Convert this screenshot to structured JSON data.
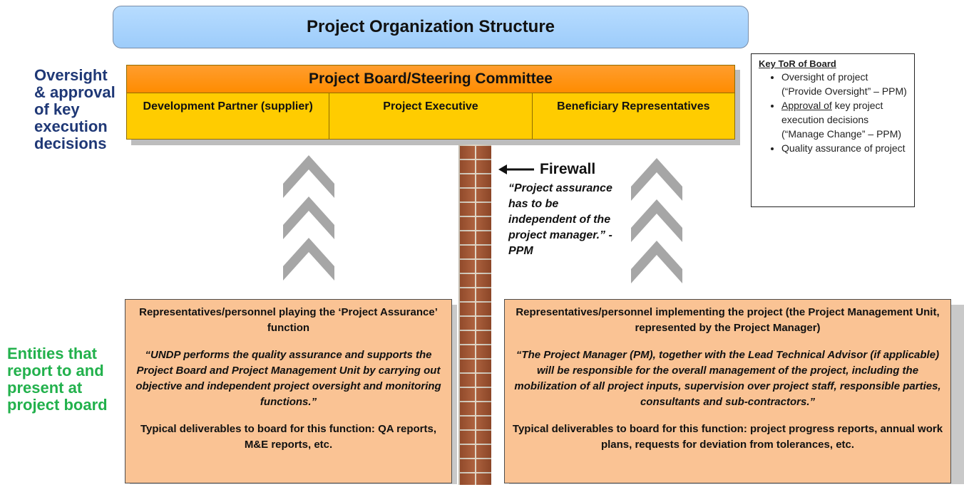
{
  "title": "Project Organization Structure",
  "left_labels": {
    "oversight": "Oversight\n& approval\nof key\nexecution\ndecisions",
    "entities": "Entities that\nreport to and\npresent at\nproject board"
  },
  "board": {
    "title": "Project Board/Steering Committee",
    "cells": [
      "Development Partner (supplier)",
      "Project Executive",
      "Beneficiary Representatives"
    ]
  },
  "key_tor": {
    "title": "Key ToR of Board",
    "items": [
      "Oversight of project (“Provide Oversight” – PPM)",
      "key project execution decisions (“Manage Change” – PPM)",
      "Quality assurance of project"
    ],
    "item2_underlined_prefix": "Approval of"
  },
  "firewall": {
    "label": "Firewall",
    "quote": "“Project assurance has to be independent of the project manager.” - PPM"
  },
  "assurance_box": {
    "heading": "Representatives/personnel playing the ‘Project Assurance’ function",
    "quote": "“UNDP performs the quality assurance and supports the Project Board and Project Management Unit by carrying out objective and independent project oversight and monitoring functions.”",
    "deliverables": "Typical deliverables to board for this function: QA reports, M&E reports, etc."
  },
  "pmu_box": {
    "heading": "Representatives/personnel implementing the project (the Project Management Unit, represented by the Project Manager)",
    "quote": "“The Project Manager (PM), together with the Lead Technical Advisor (if applicable) will be responsible for the overall management of the project, including the mobilization of all project inputs, supervision over project staff, responsible parties, consultants and sub-contractors.”",
    "deliverables": "Typical deliverables to board for this function: project progress reports, annual work plans, requests for deviation from tolerances, etc."
  },
  "colors": {
    "title_fill": "#9dccfa",
    "board_header": "#ff8c00",
    "board_cells": "#ffcc00",
    "oversight_text": "#1f3876",
    "entities_text": "#22b14c",
    "box_fill": "#fac394",
    "chevron": "#a6a6a6",
    "brick": "#a3522e"
  },
  "icons": [
    "chevron-up-icon",
    "left-arrow-icon",
    "brick-wall"
  ]
}
